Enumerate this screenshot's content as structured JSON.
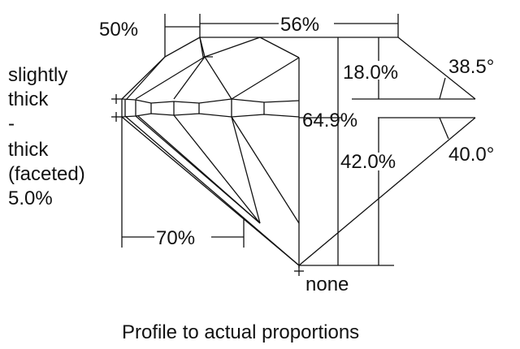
{
  "diagram": {
    "title": "Profile to actual proportions",
    "labels": {
      "crown_height_pct": "50%",
      "table_pct": "56%",
      "crown_height": "18.0%",
      "crown_angle": "38.5°",
      "total_depth": "64.9%",
      "pavilion_depth": "42.0%",
      "pavilion_angle": "40.0°",
      "lower_half_pct": "70%",
      "culet": "none",
      "girdle_line1": "slightly",
      "girdle_line2": "thick",
      "girdle_line3": "-",
      "girdle_line4": "thick",
      "girdle_line5": "(faceted)",
      "girdle_line6": "5.0%"
    },
    "colors": {
      "stroke": "#111111",
      "background": "#ffffff"
    }
  }
}
